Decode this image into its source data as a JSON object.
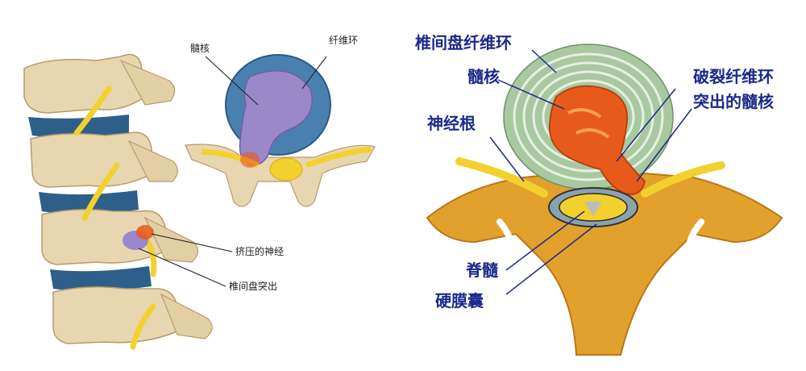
{
  "left_figure": {
    "labels": {
      "nucleus": "髓核",
      "annulus": "纤维环",
      "compressed_nerve": "挤压的神经",
      "herniation": "椎间盘突出"
    }
  },
  "right_figure": {
    "labels": {
      "annulus": "椎间盘纤维环",
      "nucleus": "髓核",
      "nerve_root": "神经根",
      "ruptured_line1": "破裂纤维环",
      "ruptured_line2": "突出的髓核",
      "spinal_cord": "脊髓",
      "dura": "硬膜囊"
    }
  },
  "colors": {
    "bone": "#e8d6b0",
    "disc_blue": "#2e5f8a",
    "nerve_yellow": "#f2d12e",
    "nucleus_purple": "#9a88c9",
    "annulus_blue": "#4a80b0",
    "annulus_green": "#a8c9a0",
    "nucleus_orange": "#e85a1c",
    "label_blue": "#1b2a8c"
  }
}
